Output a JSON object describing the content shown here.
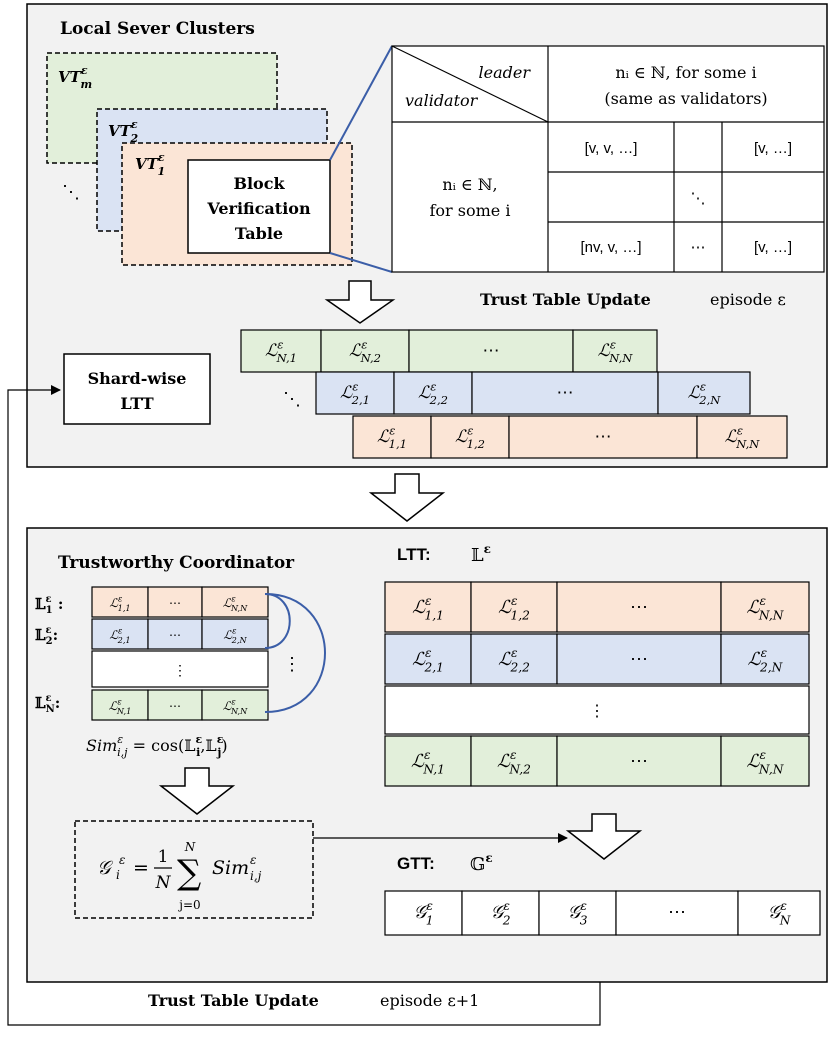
{
  "colors": {
    "panel": "#f2f2f2",
    "green": "#e2efda",
    "blue": "#dae3f3",
    "orange": "#fbe5d6",
    "connector": "#3b5ea8",
    "stroke": "#000000"
  },
  "top": {
    "title": "Local Sever Clusters",
    "vt_cards": [
      "VT",
      "VT",
      "VT"
    ],
    "vt_sup": "ε",
    "vt_subs": [
      "m",
      "2",
      "1"
    ],
    "card_dots": "⋱",
    "block_table": [
      "Block",
      "Verification",
      "Table"
    ],
    "matrix": {
      "leader": "leader",
      "validator": "validator",
      "col_header": [
        "nᵢ ∈ ℕ, for some i",
        "(same as validators)"
      ],
      "row_header": [
        "nᵢ ∈ ℕ,",
        "for some i"
      ],
      "cells": [
        [
          "[v, v, …]",
          "",
          "[v,  …]"
        ],
        [
          "",
          "⋱",
          ""
        ],
        [
          "[nv, v, …]",
          "⋯",
          "[v, …]"
        ]
      ]
    },
    "update_label": "Trust Table Update",
    "episode_label": "episode ε",
    "shardwise": [
      "Shard-wise",
      "LTT"
    ],
    "rows_dots": "⋱",
    "ell_rows": [
      [
        "ℒ N,1",
        "ℒ N,2",
        "⋯",
        "ℒ N,N"
      ],
      [
        "ℒ 2,1",
        "ℒ 2,2",
        "⋯",
        "ℒ 2,N"
      ],
      [
        "ℒ 1,1",
        "ℒ 1,2",
        "⋯",
        "ℒ N,N"
      ]
    ]
  },
  "bottom": {
    "coordinator_title": "Trustworthy Coordinator",
    "mini_labels": [
      "𝕃₁ε :",
      "𝕃₂ε:",
      "𝕃Nε:"
    ],
    "mini_rows": [
      [
        "ℒ 1,1",
        "⋯",
        "ℒ N,N"
      ],
      [
        "ℒ 2,1",
        "⋯",
        "ℒ 2,N"
      ],
      [
        "⋮"
      ],
      [
        "ℒ N,1",
        "⋯",
        "ℒ N,N"
      ]
    ],
    "mini_side_dots": "⋮",
    "sim_formula": "Sim ε i,j = cos(𝕃 ε i , 𝕃 ε j)",
    "g_formula": "𝒢 ε i = 1/N Σ(j=0..N) Sim ε i,j",
    "ltt_label": "LTT:",
    "ltt_symbol": "𝕃",
    "ltt_sup": "ε",
    "ltt_rows": [
      [
        "ℒ 1,1",
        "ℒ 1,2",
        "⋯",
        "ℒ N,N"
      ],
      [
        "ℒ 2,1",
        "ℒ 2,2",
        "⋯",
        "ℒ 2,N"
      ],
      [
        "⋮"
      ],
      [
        "ℒ N,1",
        "ℒ N,2",
        "⋯",
        "ℒ N,N"
      ]
    ],
    "gtt_label": "GTT:",
    "gtt_symbol": "𝔾",
    "gtt_sup": "ε",
    "gtt_cells": [
      "𝒢 ε 1",
      "𝒢 ε 2",
      "𝒢 ε 3",
      "⋯",
      "𝒢 ε N"
    ]
  },
  "footer": {
    "update_label": "Trust Table Update",
    "episode_label": "episode ε+1"
  }
}
